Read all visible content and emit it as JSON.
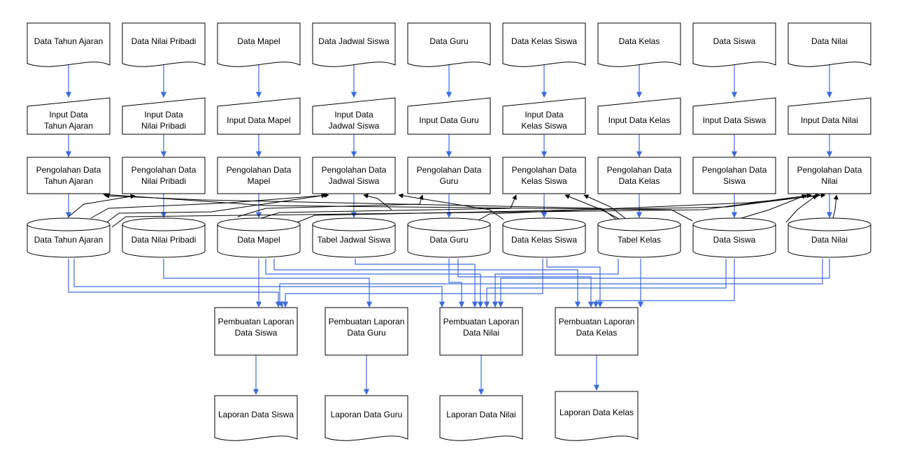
{
  "colors": {
    "flow": "#3c6bdc",
    "cross": "#000000"
  },
  "documents": [
    "Data Tahun Ajaran",
    "Data Nilai Pribadi",
    "Data Mapel",
    "Data Jadwal Siswa",
    "Data Guru",
    "Data Kelas Siswa",
    "Data Kelas",
    "Data Siswa",
    "Data Nilai"
  ],
  "inputs": [
    [
      "Input Data",
      "Tahun Ajaran"
    ],
    [
      "Input Data",
      "Nilai Pribadi"
    ],
    [
      "Input Data Mapel"
    ],
    [
      "Input Data",
      "Jadwal Siswa"
    ],
    [
      "Input Data Guru"
    ],
    [
      "Input Data",
      "Kelas Siswa"
    ],
    [
      "Input Data Kelas"
    ],
    [
      "Input Data Siswa"
    ],
    [
      "Input Data Nilai"
    ]
  ],
  "processes": [
    [
      "Pengolahan Data",
      "Tahun Ajaran"
    ],
    [
      "Pengolahan Data",
      "Nilai Pribadi"
    ],
    [
      "Pengolahan Data",
      "Mapel"
    ],
    [
      "Pengolahan Data",
      "Jadwal Siswa"
    ],
    [
      "Pengolahan Data",
      "Guru"
    ],
    [
      "Pengolahan Data",
      "Kelas Siswa"
    ],
    [
      "Pengolahan Data",
      "Data Kelas"
    ],
    [
      "Pengolahan Data",
      "Siswa"
    ],
    [
      "Pengolahan Data",
      "Nilai"
    ]
  ],
  "databases": [
    "Data Tahun Ajaran",
    "Data Nilai Pribadi",
    "Data Mapel",
    "Tabel Jadwal Siswa",
    "Data Guru",
    "Data Kelas Siswa",
    "Tabel Kelas",
    "Data Siswa",
    "Data Nilai"
  ],
  "reports": [
    [
      "Pembuatan Laporan",
      "Data Siswa"
    ],
    [
      "Pembuatan Laporan",
      "Data Guru"
    ],
    [
      "Pembuatan Laporan",
      "Data Nilai"
    ],
    [
      "Pembuatan Laporan",
      "Data Kelas"
    ]
  ],
  "outputs": [
    "Laporan Data Siswa",
    "Laporan Data Guru",
    "Laporan Data Nilai",
    "Laporan Data Kelas"
  ]
}
